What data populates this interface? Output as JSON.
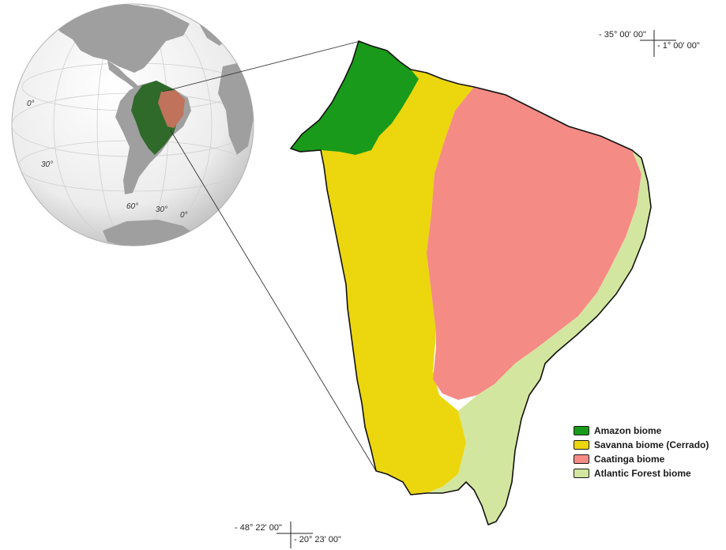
{
  "colors": {
    "amazon": "#1a9a1a",
    "cerrado": "#ecd60e",
    "caatinga": "#f58b85",
    "atlantic": "#d3e6a0",
    "brazil_globe": "#2f6a2a",
    "region_globe": "#c0725a",
    "globe_land": "#9f9f9f",
    "globe_ocean": "#e9e9e9"
  },
  "globe": {
    "labels": {
      "lon0": "0°",
      "lat30": "30°",
      "lat60": "60°",
      "lon30": "30°",
      "lon0b": "0°"
    }
  },
  "coordinates": {
    "top_right": {
      "longitude": "- 35° 00' 00\"",
      "latitude": "- 1° 00' 00\""
    },
    "bottom_left": {
      "longitude": "- 48° 22' 00\"",
      "latitude": "- 20° 23' 00\""
    }
  },
  "legend": {
    "items": [
      {
        "label": "Amazon biome",
        "color": "#1a9a1a"
      },
      {
        "label": "Savanna biome (Cerrado)",
        "color": "#ecd60e"
      },
      {
        "label": "Caatinga biome",
        "color": "#f58b85"
      },
      {
        "label": "Atlantic Forest biome",
        "color": "#d3e6a0"
      }
    ]
  }
}
